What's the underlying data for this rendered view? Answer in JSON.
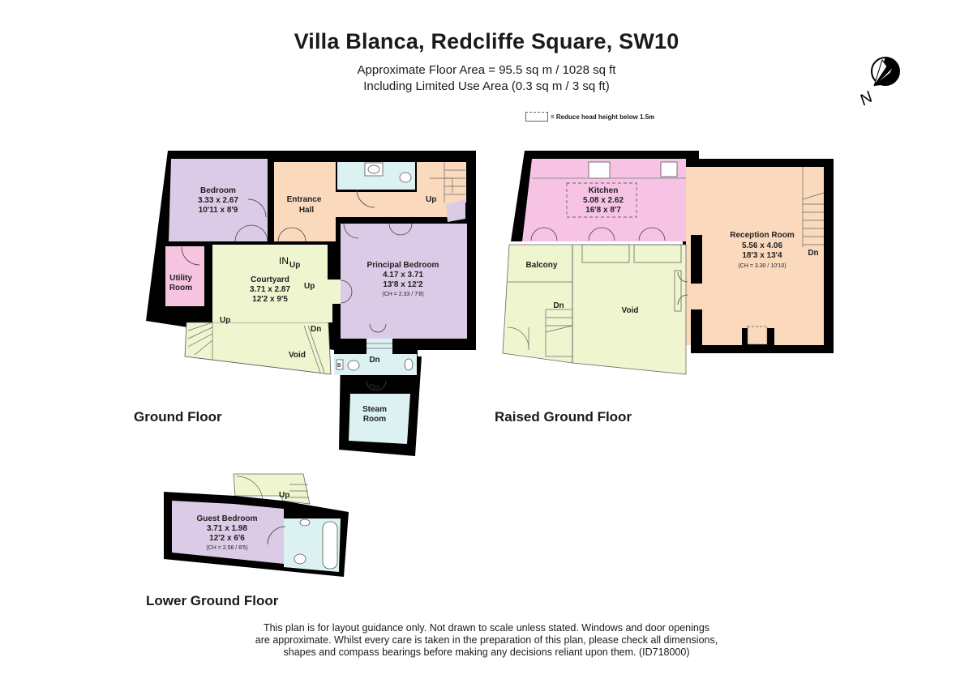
{
  "header": {
    "title": "Villa Blanca, Redcliffe Square, SW10",
    "area_line": "Approximate Floor Area = 95.5 sq m / 1028 sq ft",
    "limited_use_line": "Including Limited Use Area (0.3 sq m / 3 sq ft)"
  },
  "legend": {
    "label": "= Reduce head height below 1.5m"
  },
  "compass": {
    "icon": "north-compass-icon",
    "label": "N"
  },
  "colors": {
    "wall": "#000000",
    "bedroom": "#dccbe6",
    "hall": "#fbd9bd",
    "outdoor": "#eef5cf",
    "utility": "#f6c3e0",
    "wet_room": "#dcf1f1",
    "kitchen": "#f6c3e4",
    "reception": "#fbd9bd"
  },
  "floors": {
    "ground": {
      "label": "Ground Floor",
      "rooms": [
        {
          "name": "Bedroom",
          "metric": "3.33 x 2.67",
          "imperial": "10'11 x 8'9"
        },
        {
          "name": "Entrance",
          "name2": "Hall"
        },
        {
          "name": "Utility",
          "name2": "Room"
        },
        {
          "name": "Courtyard",
          "metric": "3.71 x 2.87",
          "imperial": "12'2 x 9'5"
        },
        {
          "name": "Principal Bedroom",
          "metric": "4.17 x 3.71",
          "imperial": "13'8 x 12'2",
          "ceiling": "(CH = 2.33 / 7'8)"
        },
        {
          "name": "Steam",
          "name2": "Room"
        }
      ],
      "annotations": {
        "in": "IN",
        "up": "Up",
        "dn": "Dn",
        "void": "Void",
        "bidet": "B"
      }
    },
    "raised": {
      "label": "Raised Ground Floor",
      "rooms": [
        {
          "name": "Kitchen",
          "metric": "5.08 x 2.62",
          "imperial": "16'8 x 8'7"
        },
        {
          "name": "Reception Room",
          "metric": "5.56 x 4.06",
          "imperial": "18'3 x 13'4",
          "ceiling": "(CH = 3.30 / 10'10)"
        },
        {
          "name": "Balcony"
        },
        {
          "name": "Void"
        }
      ],
      "annotations": {
        "dn": "Dn"
      }
    },
    "lower": {
      "label": "Lower Ground Floor",
      "rooms": [
        {
          "name": "Guest Bedroom",
          "metric": "3.71 x 1.98",
          "imperial": "12'2 x 6'6",
          "ceiling": "(CH = 2.56 / 8'5)"
        }
      ],
      "annotations": {
        "up": "Up"
      }
    }
  },
  "footer": {
    "line1": "This plan is for layout guidance only. Not drawn to scale unless stated. Windows and door openings",
    "line2": "are approximate. Whilst every care is taken in the preparation of this plan, please check all dimensions,",
    "line3": "shapes and compass bearings before making any decisions reliant upon them. (ID718000)"
  }
}
